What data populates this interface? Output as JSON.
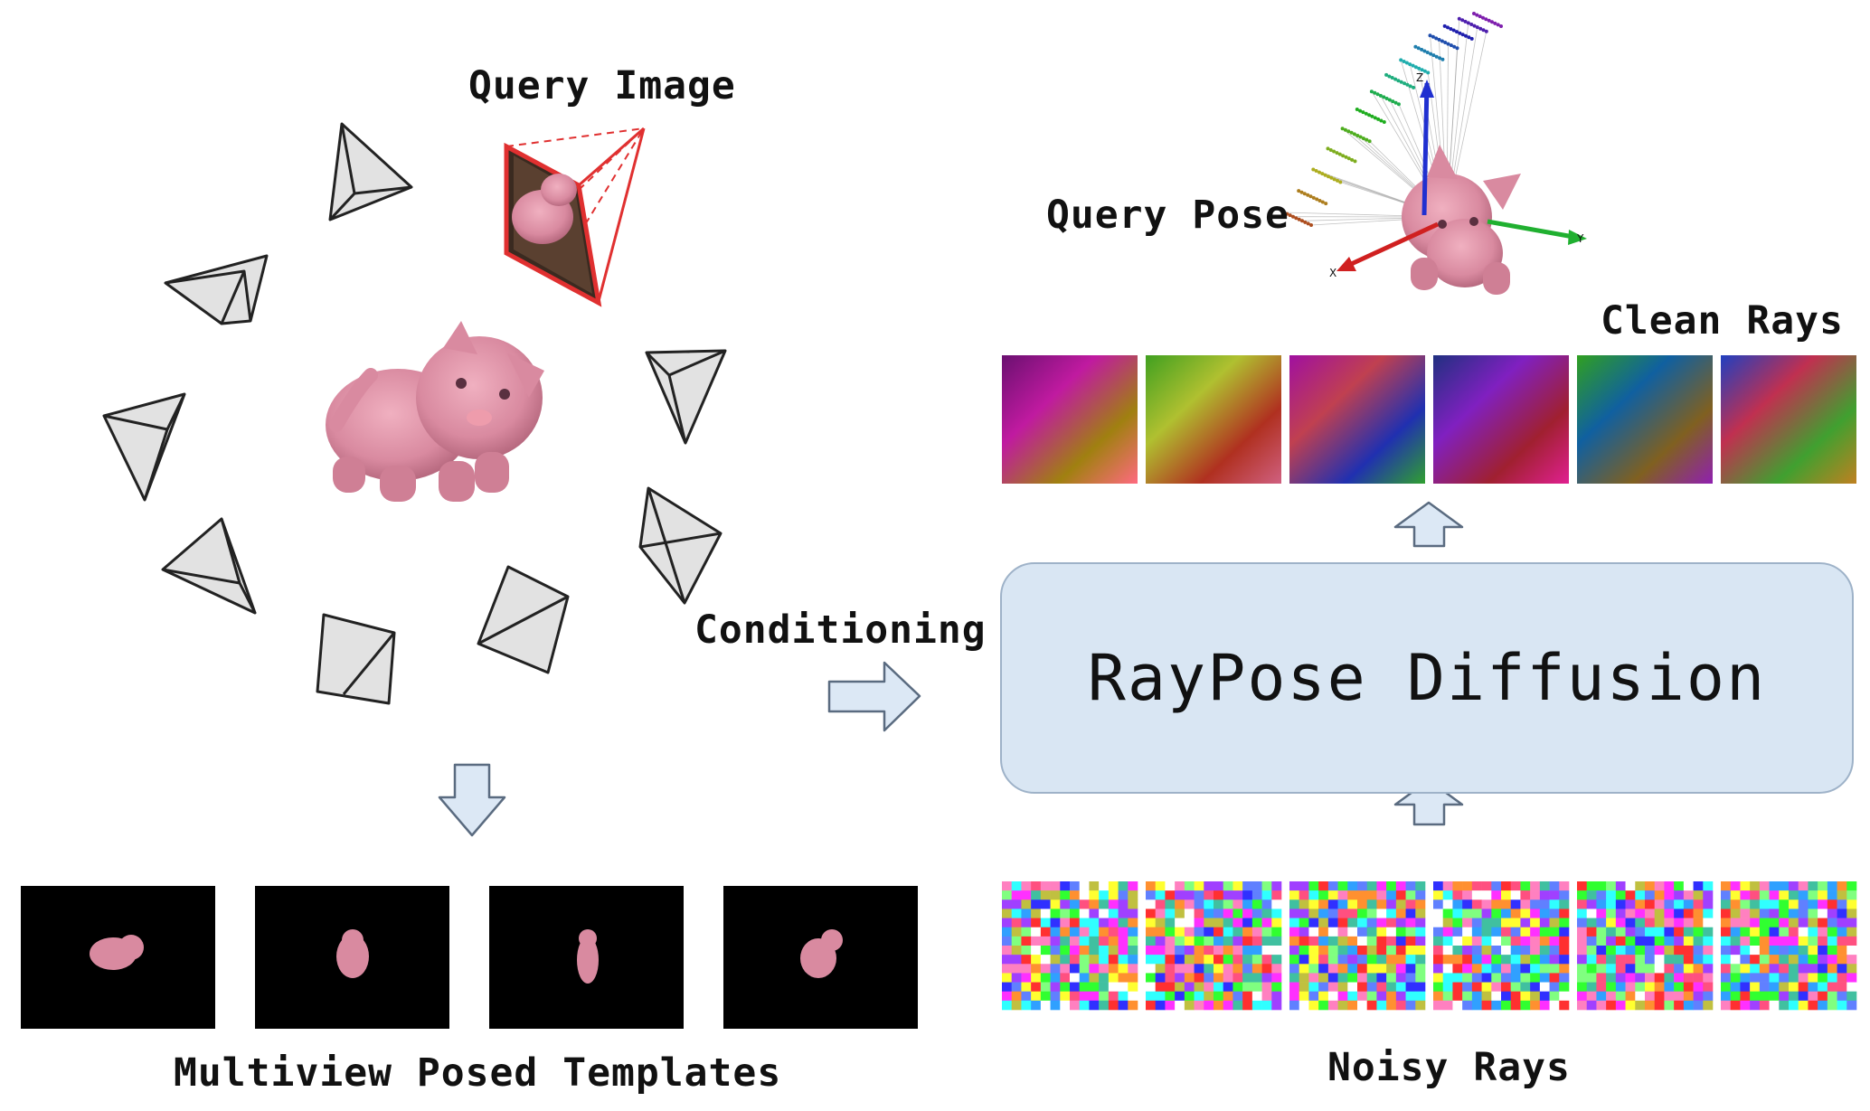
{
  "labels": {
    "query_image": "Query Image",
    "query_pose": "Query Pose",
    "clean_rays": "Clean Rays",
    "conditioning": "Conditioning",
    "model": "RayPose Diffusion",
    "templates": "Multiview Posed Templates",
    "noisy_rays": "Noisy Rays"
  },
  "axes": {
    "x": "X",
    "y": "Y",
    "z": "Z"
  },
  "colors": {
    "arrow_fill": "#dce8f5",
    "arrow_stroke": "#5a6b80",
    "model_box": "#d9e6f3",
    "query_frame": "#e03030",
    "object_pink": "#d98aa0",
    "axis_x": "#d02020",
    "axis_y": "#20b030",
    "axis_z": "#2030d0"
  },
  "clean_ray_gradients": [
    [
      "#6a1070",
      "#c01aa0",
      "#a08010",
      "#ff6a80"
    ],
    [
      "#40a020",
      "#b0c030",
      "#b03020",
      "#d06080"
    ],
    [
      "#a010a0",
      "#c04050",
      "#2030b0",
      "#30a030"
    ],
    [
      "#203080",
      "#8020c0",
      "#a02030",
      "#e02090"
    ],
    [
      "#30a020",
      "#1060a0",
      "#806020",
      "#9020b0"
    ],
    [
      "#2040c0",
      "#c03050",
      "#40a030",
      "#c08020"
    ]
  ],
  "noise_palette": [
    "#ff3030",
    "#30ff30",
    "#3030ff",
    "#ff30ff",
    "#30ffff",
    "#ffff30",
    "#a040ff",
    "#ff9030",
    "#30a0ff",
    "#80ff80",
    "#ff80c0",
    "#ffffff",
    "#40c0a0",
    "#c0c040",
    "#6080ff",
    "#ff5080"
  ]
}
